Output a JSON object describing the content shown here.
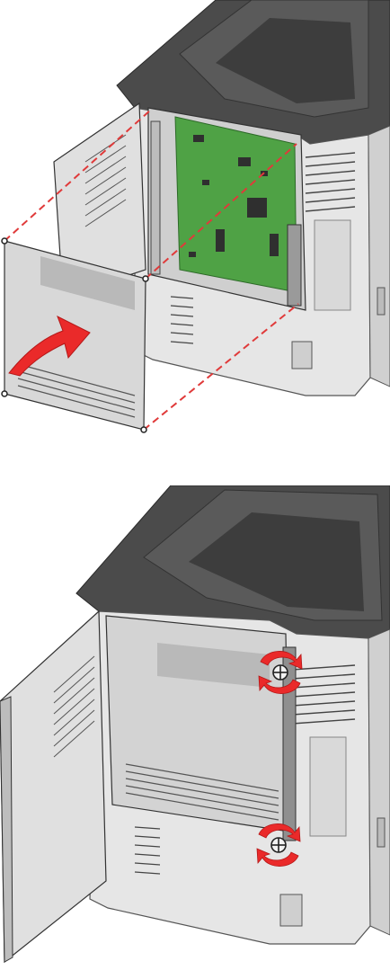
{
  "figure": {
    "steps": [
      {
        "action": "align-and-slide-cover-onto-controller-board",
        "arrow": "red-insert-arrow"
      },
      {
        "action": "tighten-thumbscrews-clockwise",
        "screws": 2
      }
    ]
  },
  "colors": {
    "printer_dark": "#4a4a4a",
    "printer_body": "#e6e6e6",
    "printer_shade": "#d2d2d2",
    "cover_plate": "#d8d8d8",
    "label_area": "#b9b9b9",
    "board_green": "#4fa245",
    "guide_line": "#e03a3a",
    "arrow_red": "#ea2a2a",
    "outline": "#333333"
  }
}
